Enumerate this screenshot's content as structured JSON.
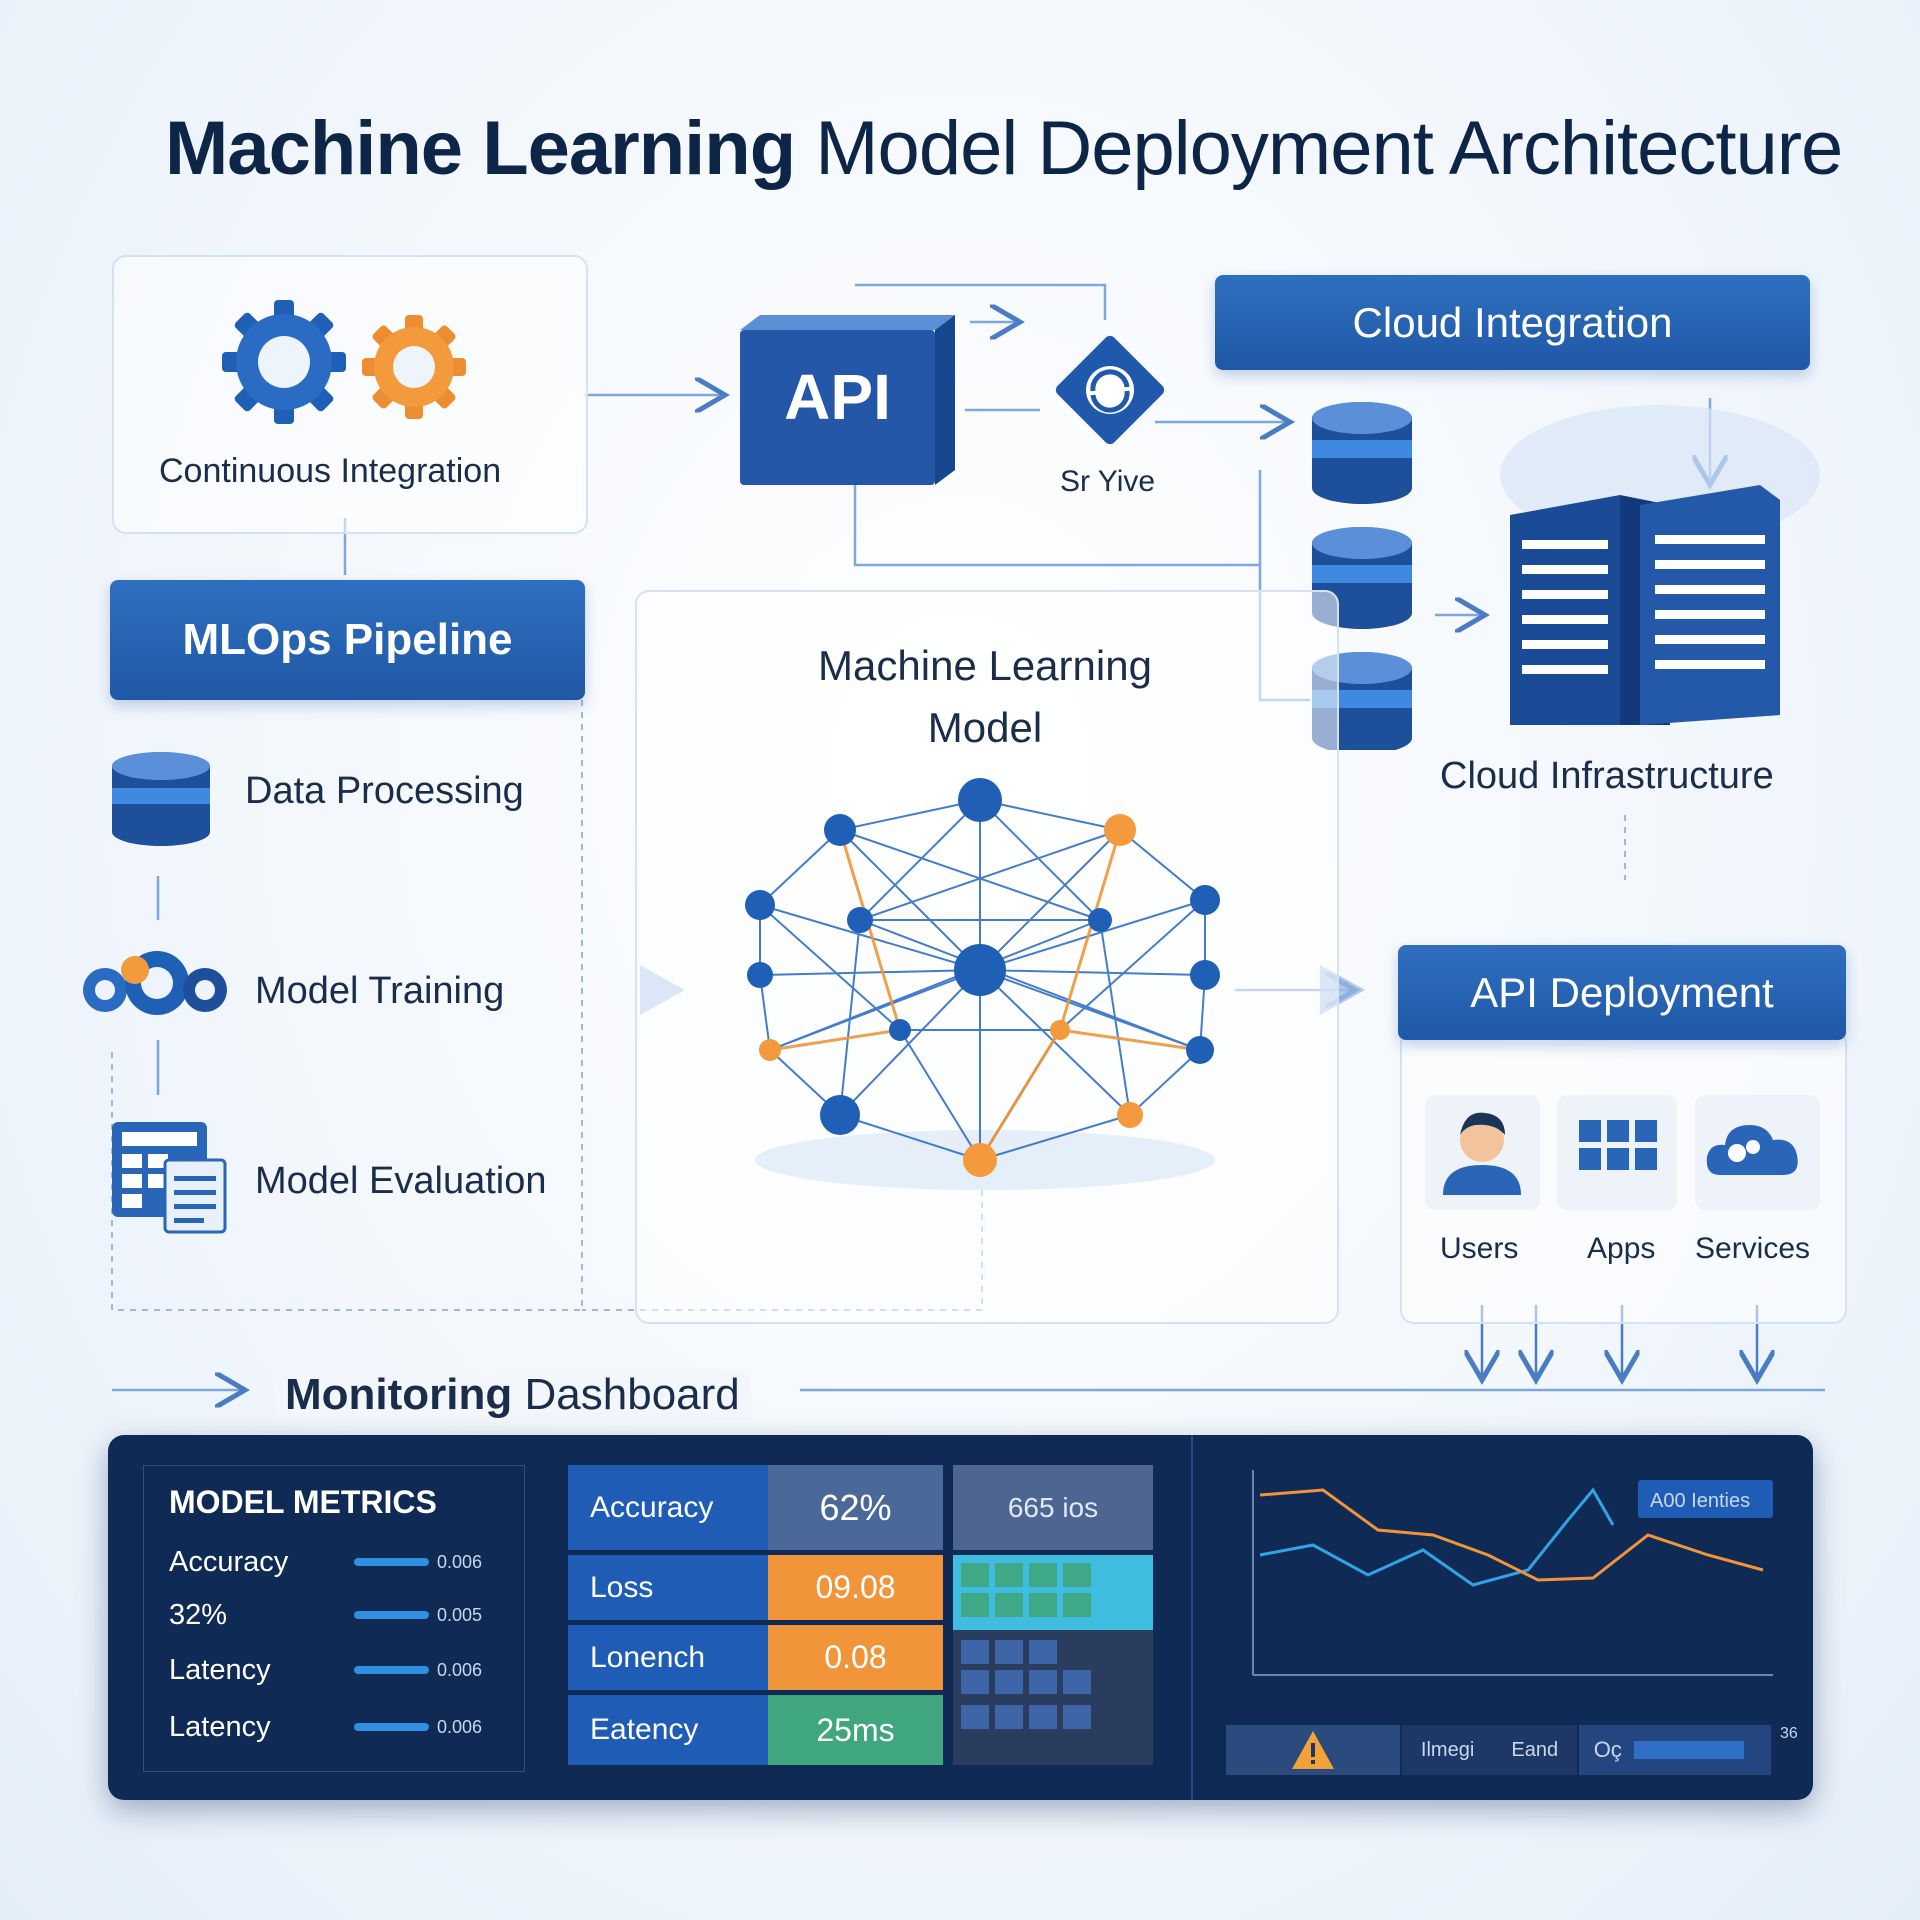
{
  "title": {
    "bold": "Machine Learning",
    "rest": "Model Deployment Architecture"
  },
  "ci": {
    "label": "Continuous Integration"
  },
  "api_box": {
    "label": "API"
  },
  "serve": {
    "label": "Sr Yive"
  },
  "cloud_integration": {
    "label": "Cloud Integration"
  },
  "cloud_infra": {
    "label": "Cloud Infrastructure"
  },
  "pipeline": {
    "header": "MLOps Pipeline",
    "steps": [
      "Data Processing",
      "Model Training",
      "Model Evaluation"
    ]
  },
  "ml_model": {
    "line1": "Machine Learning",
    "line2": "Model"
  },
  "api_deployment": {
    "header": "API  Deployment",
    "items": [
      "Users",
      "Apps",
      "Services"
    ]
  },
  "monitoring": {
    "heading_bold": "Monitoring",
    "heading_rest": "Dashboard",
    "metrics": {
      "title": "MODEL METRICS",
      "rows": [
        {
          "label": "Accuracy",
          "value": "0.006"
        },
        {
          "label": "32%",
          "value": "0.005"
        },
        {
          "label": "Latency",
          "value": "0.006"
        },
        {
          "label": "Latency",
          "value": "0.006"
        }
      ]
    },
    "table": {
      "rows": [
        {
          "label": "Accuracy",
          "value": "62%"
        },
        {
          "label": "Loss",
          "value": "09.08"
        },
        {
          "label": "Lonench",
          "value": "0.08"
        },
        {
          "label": "Eatency",
          "value": "25ms"
        }
      ],
      "top_right": "665 ios"
    },
    "chart_legend": "A00 Ienties",
    "buttons": [
      "Ilmegi",
      "Eand",
      "Oç"
    ],
    "corner": "36"
  },
  "colors": {
    "primary": "#2a66b8",
    "dark": "#0f2a55",
    "orange": "#f0953a",
    "green": "#3fa67e",
    "accent_blue": "#2f8fe0"
  }
}
